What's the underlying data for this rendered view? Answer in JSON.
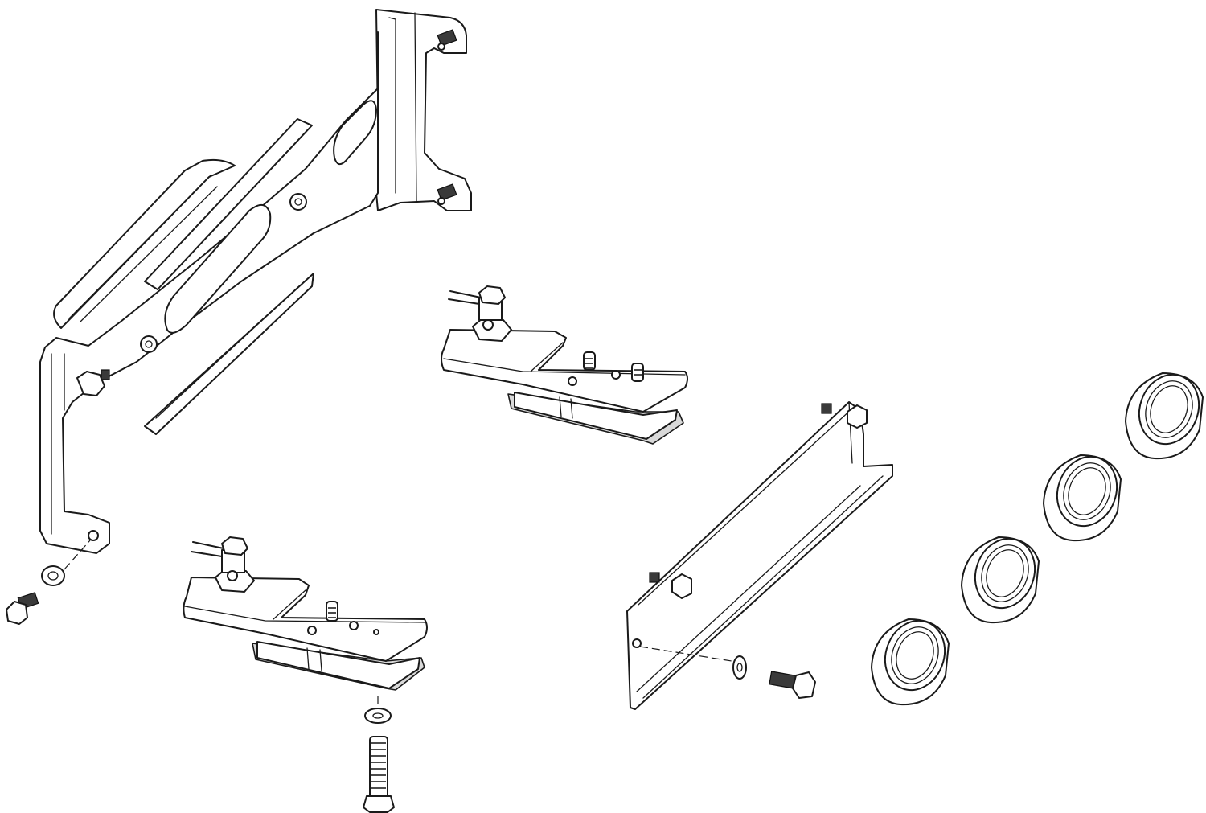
{
  "diagram": {
    "kind": "exploded-assembly-line-drawing",
    "line_color": "#1a1a1a",
    "background": "#ffffff",
    "parts": [
      "large-mounting-bracket",
      "clamp-assembly-upper",
      "clamp-assembly-lower",
      "angle-rail",
      "end-cap",
      "hex-bolt",
      "washer",
      "long-threaded-bolt"
    ],
    "end_cap_count": 4
  }
}
